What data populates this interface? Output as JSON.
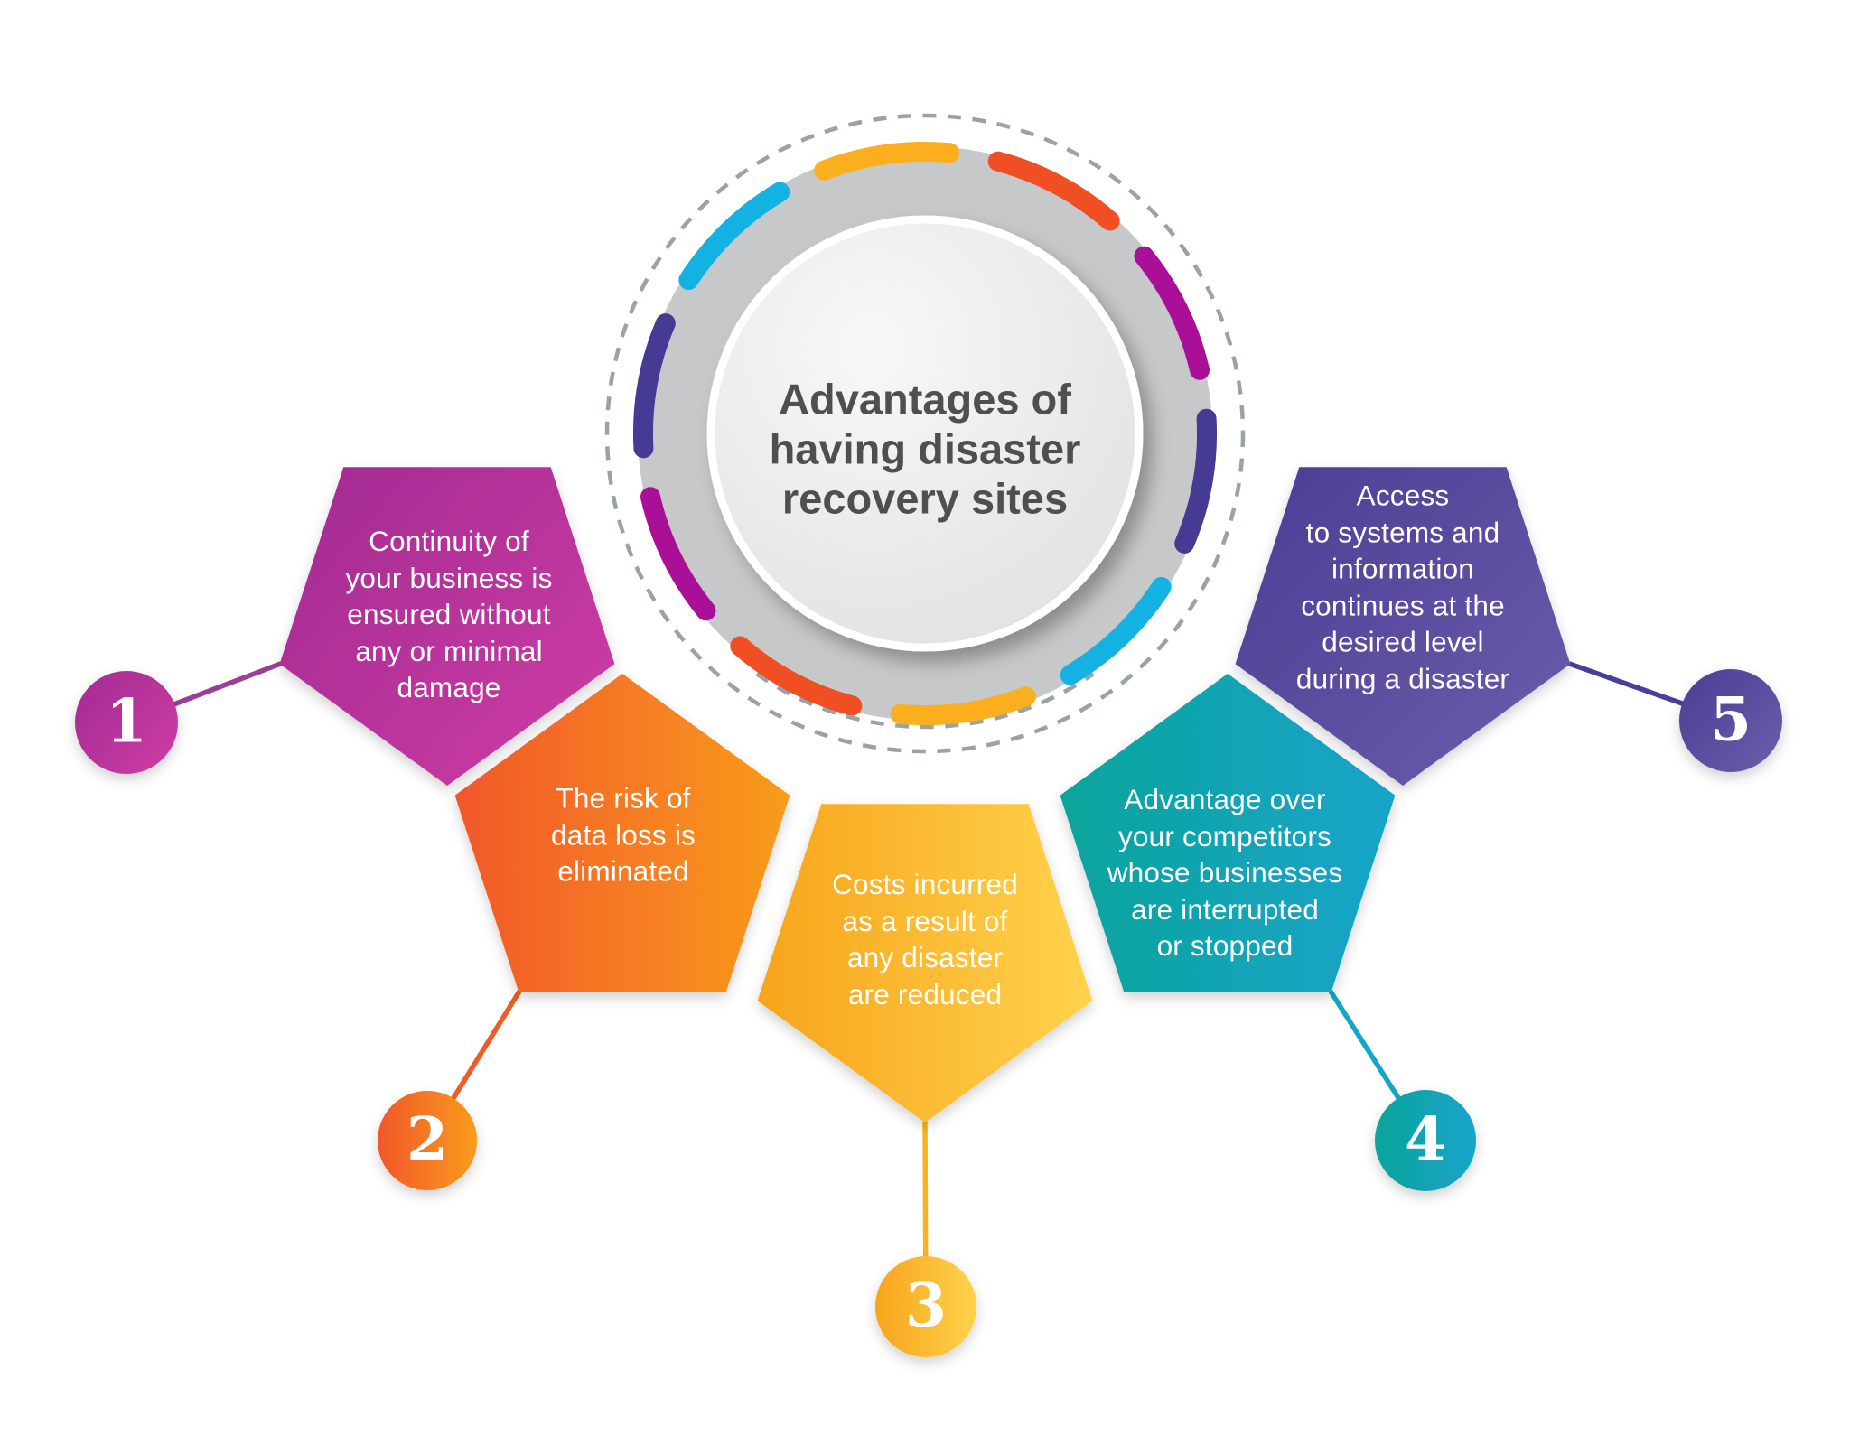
{
  "title": {
    "text": "Advantages of\nhaving disaster\nrecovery sites",
    "color": "#4e4f51"
  },
  "hub": {
    "ring_color": "#c6c8ca",
    "dashed_color": "#9aa3a4",
    "inner_from": "#f7f8f9",
    "inner_to": "#dcdee0",
    "arc_colors": [
      "#fbaf1e",
      "#f04e23",
      "#a90f97",
      "#453a94",
      "#14b2e2",
      "#fbaf1e",
      "#f04e23",
      "#a90f97",
      "#453a94",
      "#14b2e2"
    ]
  },
  "items": [
    {
      "number": "1",
      "label": "Continuity of\nyour business is\nensured without\nany or minimal\ndamage",
      "color_from": "#a12a92",
      "color_to": "#cb3ca2",
      "line_color": "#9c3d98"
    },
    {
      "number": "2",
      "label": "The risk of\ndata loss is\neliminated",
      "color_from": "#f1572a",
      "color_to": "#f99c1c",
      "line_color": "#f15b25"
    },
    {
      "number": "3",
      "label": "Costs incurred\nas a result of\nany disaster\nare reduced",
      "color_from": "#f7a41c",
      "color_to": "#ffd34b",
      "line_color": "#f9b224"
    },
    {
      "number": "4",
      "label": "Advantage over\nyour competitors\nwhose businesses\nare interrupted\nor stopped",
      "color_from": "#0fa49b",
      "color_to": "#14a4cb",
      "line_color": "#12a7c4"
    },
    {
      "number": "5",
      "label": "Access\nto systems and\ninformation\ncontinues at the\ndesired level\nduring a disaster",
      "color_from": "#4a3d94",
      "color_to": "#6b5caa",
      "line_color": "#47409a"
    }
  ]
}
